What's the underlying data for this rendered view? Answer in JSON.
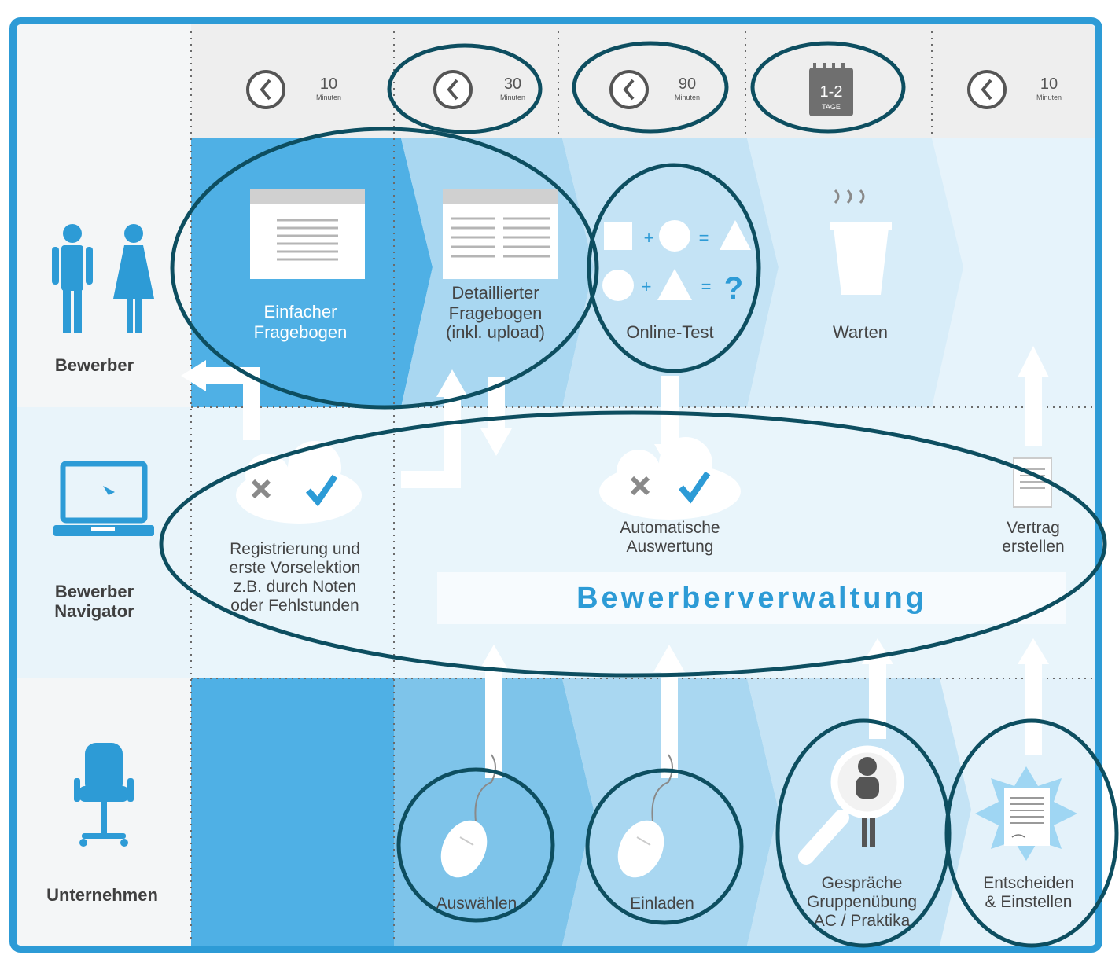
{
  "roles": {
    "applicant": "Bewerber",
    "navigator_line1": "Bewerber",
    "navigator_line2": "Navigator",
    "company": "Unternehmen"
  },
  "durations": [
    {
      "value": "10",
      "unit": "Minuten"
    },
    {
      "value": "30",
      "unit": "Minuten"
    },
    {
      "value": "90",
      "unit": "Minuten"
    },
    {
      "value": "1-2",
      "unit": "TAGE"
    },
    {
      "value": "10",
      "unit": "Minuten"
    }
  ],
  "applicant_steps": {
    "simple_form": [
      "Einfacher",
      "Fragebogen"
    ],
    "detailed_form": [
      "Detaillierter",
      "Fragebogen",
      "(inkl. upload)"
    ],
    "online_test": "Online-Test",
    "wait": "Warten"
  },
  "navigator_steps": {
    "registration": [
      "Registrierung und",
      "erste Vorselektion",
      "z.B. durch Noten",
      "oder Fehlstunden"
    ],
    "auto_eval": [
      "Automatische",
      "Auswertung"
    ],
    "contract": [
      "Vertrag",
      "erstellen"
    ],
    "banner": "Bewerberverwaltung"
  },
  "company_steps": {
    "select": "Auswählen",
    "invite": "Einladen",
    "interviews": [
      "Gespräche",
      "Gruppenübung",
      "AC / Praktika"
    ],
    "decide": [
      "Entscheiden",
      "& Einstellen"
    ]
  },
  "colors": {
    "accent": "#2d9bd6",
    "dark_blue": "#1f8ccb",
    "light_blue": "#cfe8f6",
    "mid_blue": "#a9d7f1",
    "strong_blue": "#7ec4ea",
    "ellipse": "#0d4e60"
  }
}
